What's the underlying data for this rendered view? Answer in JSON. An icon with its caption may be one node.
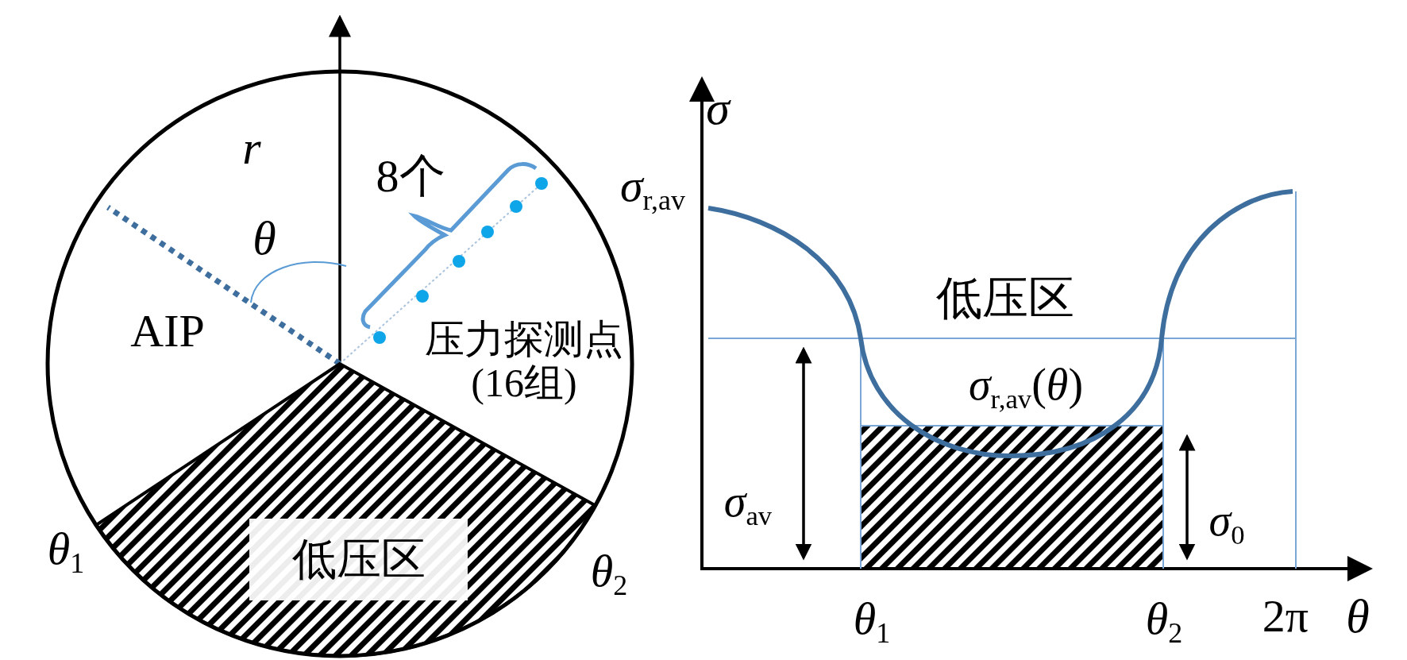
{
  "diagram": {
    "nodes": [
      {
        "text": [
          "低压区"
        ]
      }
    ],
    "labels": [
      "r",
      "8个",
      "θ",
      "AIP",
      "压力探测点(16组)",
      "*θ*$_{1}$",
      "*θ*$_{2}$",
      "σ",
      "*σ*$_{r,av}$",
      "低压区",
      "*σ*$_{r,av}$(*θ*)",
      "*σ*$_{av}$",
      "*σ*$_{0}$",
      "*θ*$_{1}$",
      "*θ*$_{2}$",
      "2π",
      "θ"
    ]
  }
}
